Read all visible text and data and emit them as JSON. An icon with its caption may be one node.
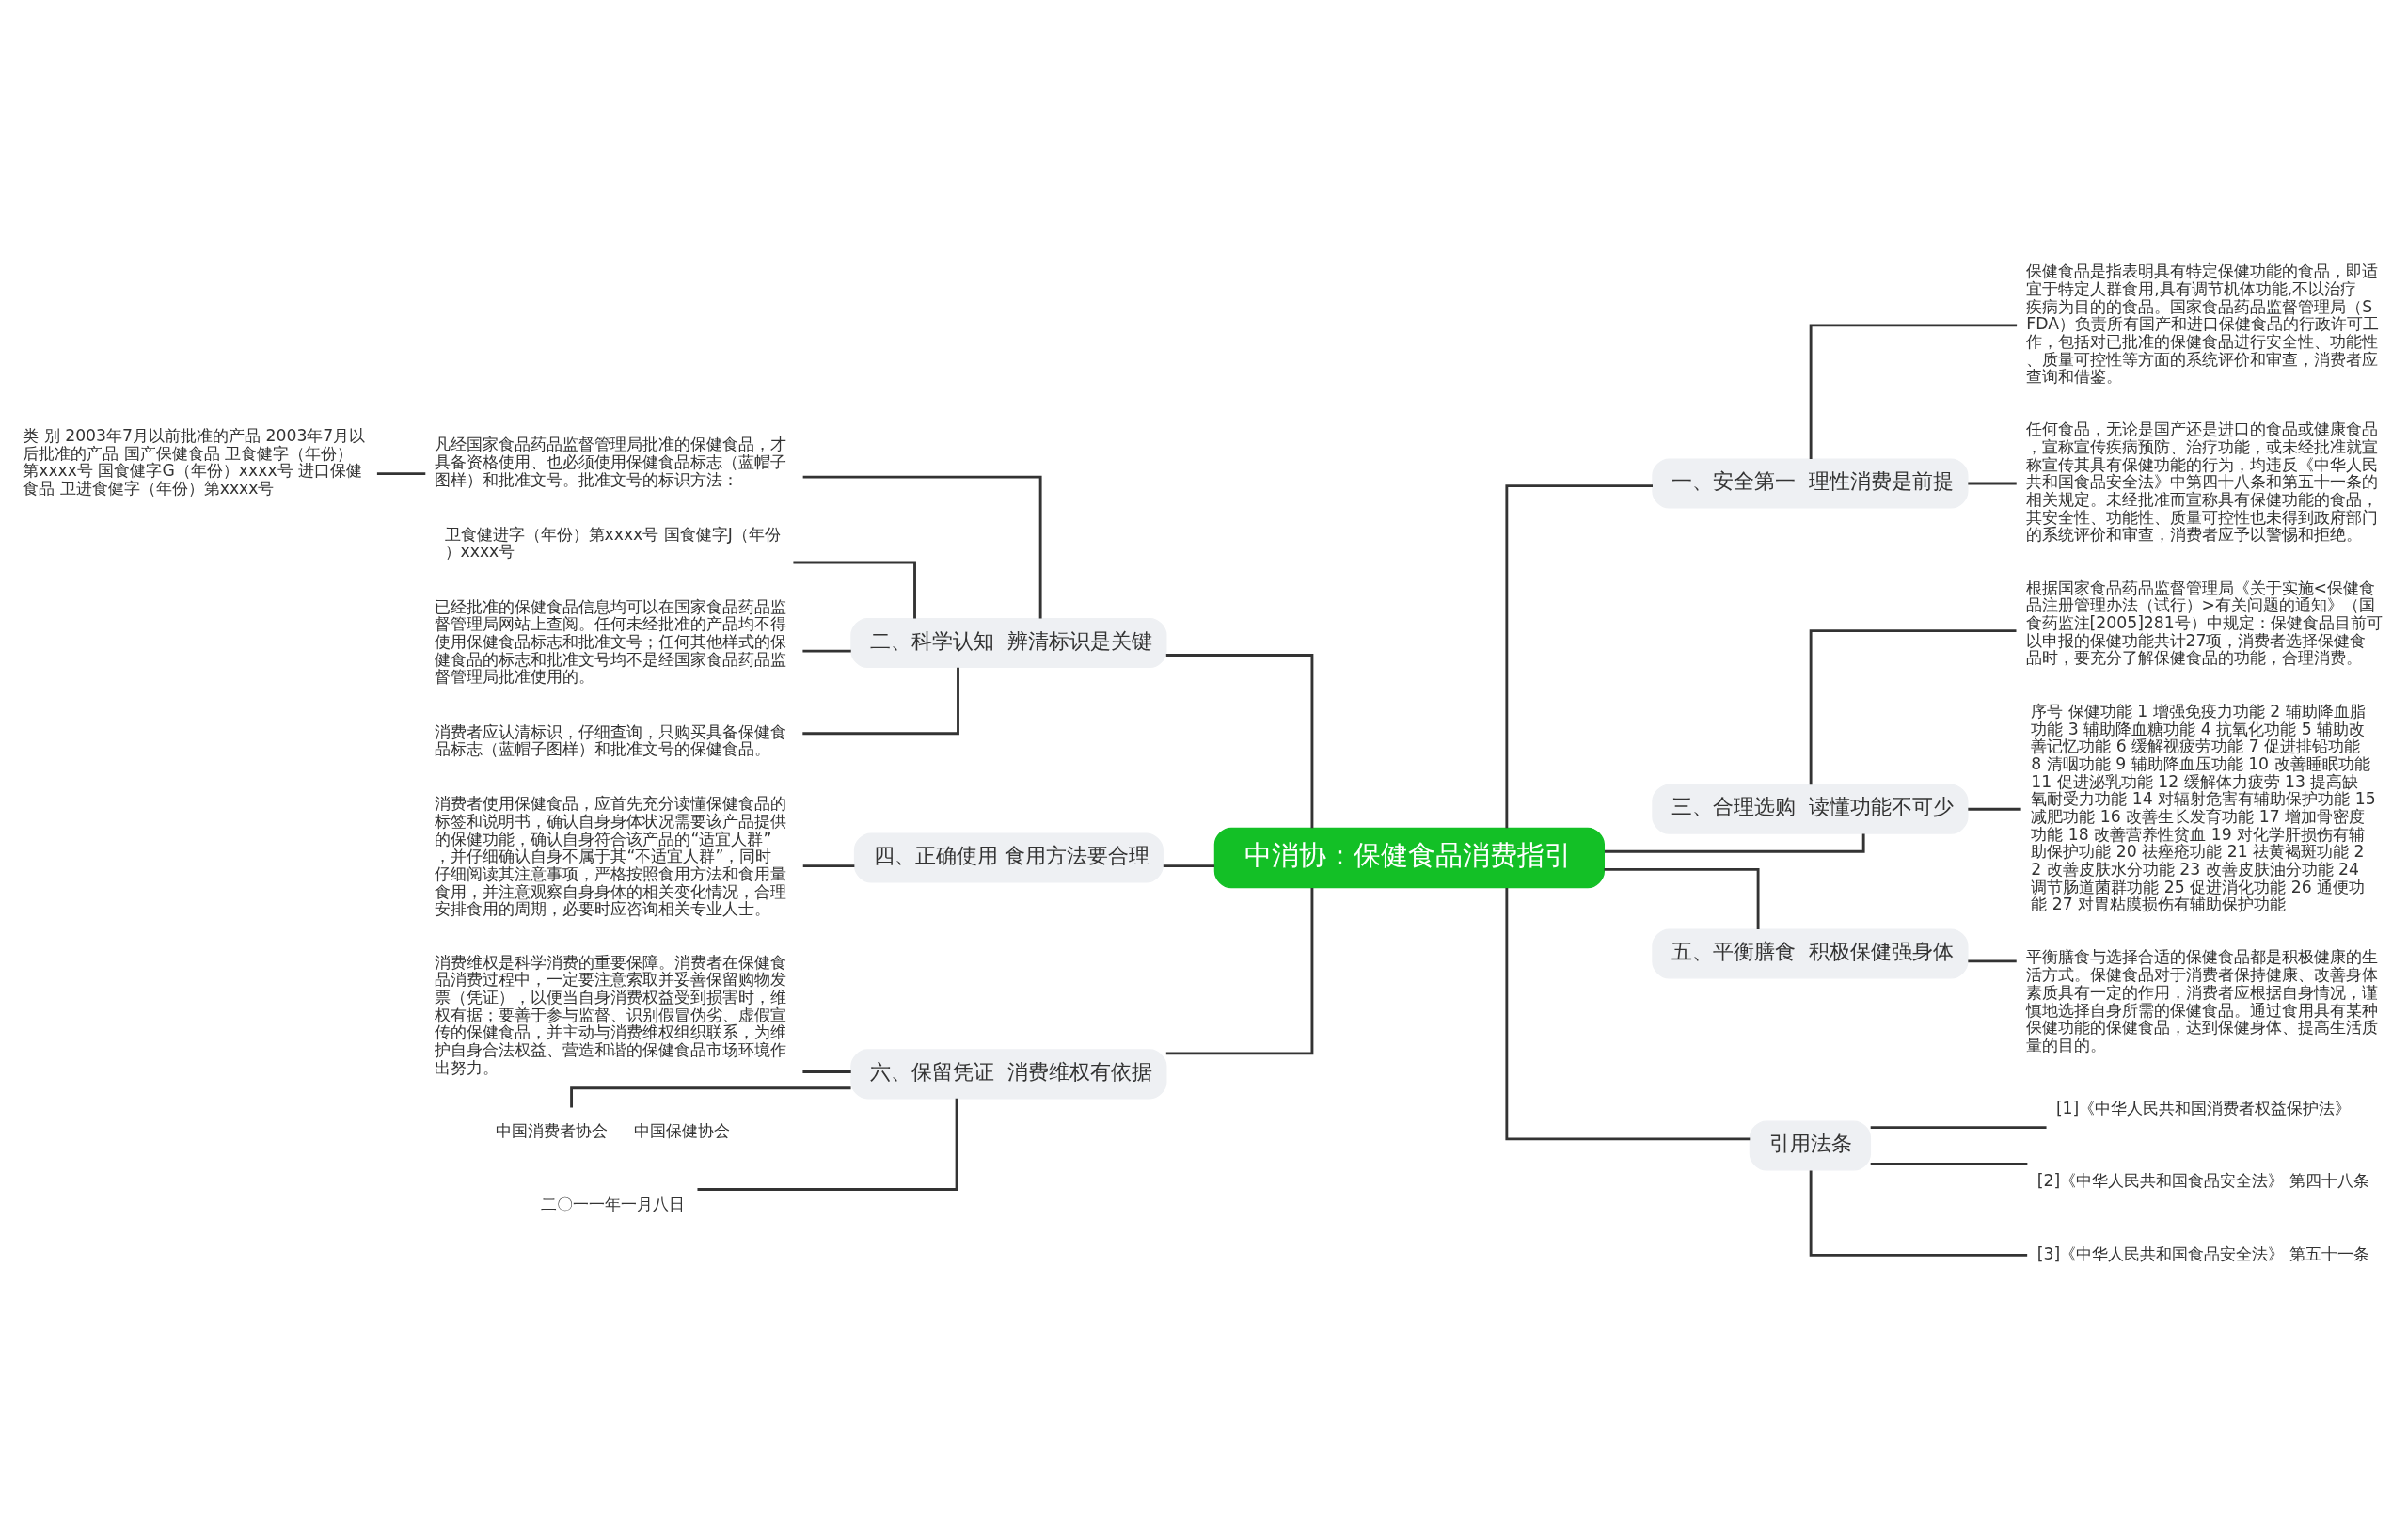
{
  "diagram": {
    "nodes": [
      {
        "text": [
          "中消协：保健食品消费指引"
        ]
      },
      {
        "text": [
          "一、安全第一  理性消费是前提"
        ]
      },
      {
        "text": [
          "保健食品是指表明具有特定保健功能的食品，即适宜于特定人群食用,具有调节机体功能,不以治疗疾病为目的的食品。国家食品药品监督管理局（SFDA）负责所有国产和进口保健食品的行政许可工作，包括对已批准的保健食品进行安全性、功能性、质量可控性等方面的系统评价和审查，消费者应查询和借鉴。"
        ]
      },
      {
        "text": [
          "任何食品，无论是国产还是进口的食品或健康食品，宣称宣传疾病预防、治疗功能，或未经批准就宣称宣传其具有保健功能的行为，均违反《中华人民共和国食品安全法》中第四十八条和第五十一条的相关规定。未经批准而宣称具有保健功能的食品，其安全性、功能性、质量可控性也未得到政府部门的系统评价和审查，消费者应予以警惕和拒绝。"
        ]
      },
      {
        "text": [
          "三、合理选购  读懂功能不可少"
        ]
      },
      {
        "text": [
          "根据国家食品药品监督管理局《关于实施<保健食品注册管理办法（试行）>有关问题的通知》（国食药监注[2005]281号）中规定：保健食品目前可以申报的保健功能共计27项，消费者选择保健食品时，要充分了解保健食品的功能，合理消费。"
        ]
      },
      {
        "text": [
          "序号 保健功能 1 增强免疫力功能 2 辅助降血脂功能 3 辅助降血糖功能 4 抗氧化功能 5 辅助改善记忆功能 6 缓解视疲劳功能 7 促进排铅功能 8 清咽功能 9 辅助降血压功能 10 改善睡眠功能 11 促进泌乳功能 12 缓解体力疲劳 13 提高缺氧耐受力功能 14 对辐射危害有辅助保护功能 15 减肥功能 16 改善生长发育功能 17 增加骨密度功能 18 改善营养性贫血 19 对化学肝损伤有辅助保护功能 20 祛痤疮功能 21 祛黄褐斑功能 22 改善皮肤水分功能 23 改善皮肤油分功能 24 调节肠道菌群功能 25 促进消化功能 26 通便功能 27 对胃粘膜损伤有辅助保护功能"
        ]
      },
      {
        "text": [
          "五、平衡膳食  积极保健强身体"
        ]
      },
      {
        "text": [
          "平衡膳食与选择合适的保健食品都是积极健康的生活方式。保健食品对于消费者保持健康、改善身体素质具有一定的作用，消费者应根据自身情况，谨慎地选择自身所需的保健食品。通过食用具有某种保健功能的保健食品，达到保健身体、提高生活质量的目的。"
        ]
      },
      {
        "text": [
          "引用法条"
        ]
      },
      {
        "text": [
          "[1]《中华人民共和国消费者权益保护法》"
        ]
      },
      {
        "text": [
          "[2]《中华人民共和国食品安全法》 第四十八条"
        ]
      },
      {
        "text": [
          "[3]《中华人民共和国食品安全法》 第五十一条"
        ]
      },
      {
        "text": [
          "二、科学认知  辨清标识是关键"
        ]
      },
      {
        "text": [
          "凡经国家食品药品监督管理局批准的保健食品，才具备资格使用、也必须使用保健食品标志（蓝帽子图样）和批准文号。批准文号的标识方法："
        ]
      },
      {
        "text": [
          "类 别 2003年7月以前批准的产品 2003年7月以后批准的产品 国产保健食品 卫食健字（年份）第xxxx号 国食健字G（年份）xxxx号 进口保健食品 卫进食健字（年份）第xxxx号"
        ]
      },
      {
        "text": [
          "卫食健进字（年份）第xxxx号 国食健字J（年份）xxxx号"
        ]
      },
      {
        "text": [
          "已经批准的保健食品信息均可以在国家食品药品监督管理局网站上查阅。任何未经批准的产品均不得使用保健食品标志和批准文号；任何其他样式的保健食品的标志和批准文号均不是经国家食品药品监督管理局批准使用的。"
        ]
      },
      {
        "text": [
          "消费者应认清标识，仔细查询，只购买具备保健食品标志（蓝帽子图样）和批准文号的保健食品。"
        ]
      },
      {
        "text": [
          "四、正确使用 食用方法要合理"
        ]
      },
      {
        "text": [
          "消费者使用保健食品，应首先充分读懂保健食品的标签和说明书，确认自身身体状况需要该产品提供的保健功能，确认自身符合该产品的“适宜人群”，并仔细确认自身不属于其“不适宜人群”，同时仔细阅读其注意事项，严格按照食用方法和食用量食用，并注意观察自身身体的相关变化情况，合理安排食用的周期，必要时应咨询相关专业人士。"
        ]
      },
      {
        "text": [
          "六、保留凭证  消费维权有依据"
        ]
      },
      {
        "text": [
          "消费维权是科学消费的重要保障。消费者在保健食品消费过程中，一定要注意索取并妥善保留购物发票（凭证），以便当自身消费权益受到损害时，维权有据；要善于参与监督、识别假冒伪劣、虚假宣传的保健食品，并主动与消费维权组织联系，为维护自身合法权益、营造和谐的保健食品市场环境作出努力。"
        ]
      },
      {
        "text": [
          "中国消费者协会     中国保健协会"
        ]
      },
      {
        "text": [
          "二〇一一年一月八日"
        ]
      }
    ],
    "edges": [
      {
        "from": 0,
        "to": 1,
        "arrow": "none"
      },
      {
        "from": 1,
        "to": 2,
        "arrow": "none"
      },
      {
        "from": 1,
        "to": 3,
        "arrow": "none"
      },
      {
        "from": 0,
        "to": 4,
        "arrow": "none"
      },
      {
        "from": 4,
        "to": 5,
        "arrow": "none"
      },
      {
        "from": 4,
        "to": 6,
        "arrow": "none"
      },
      {
        "from": 0,
        "to": 7,
        "arrow": "none"
      },
      {
        "from": 7,
        "to": 8,
        "arrow": "none"
      },
      {
        "from": 0,
        "to": 9,
        "arrow": "none"
      },
      {
        "from": 9,
        "to": 10,
        "arrow": "none"
      },
      {
        "from": 9,
        "to": 11,
        "arrow": "none"
      },
      {
        "from": 9,
        "to": 12,
        "arrow": "none"
      },
      {
        "from": 0,
        "to": 13,
        "arrow": "none"
      },
      {
        "from": 13,
        "to": 14,
        "arrow": "none"
      },
      {
        "from": 14,
        "to": 15,
        "arrow": "none"
      },
      {
        "from": 13,
        "to": 16,
        "arrow": "none"
      },
      {
        "from": 13,
        "to": 17,
        "arrow": "none"
      },
      {
        "from": 13,
        "to": 18,
        "arrow": "none"
      },
      {
        "from": 0,
        "to": 19,
        "arrow": "none"
      },
      {
        "from": 19,
        "to": 20,
        "arrow": "none"
      },
      {
        "from": 0,
        "to": 21,
        "arrow": "none"
      },
      {
        "from": 21,
        "to": 22,
        "arrow": "none"
      },
      {
        "from": 21,
        "to": 23,
        "arrow": "none"
      },
      {
        "from": 21,
        "to": 24,
        "arrow": "none"
      }
    ]
  }
}
